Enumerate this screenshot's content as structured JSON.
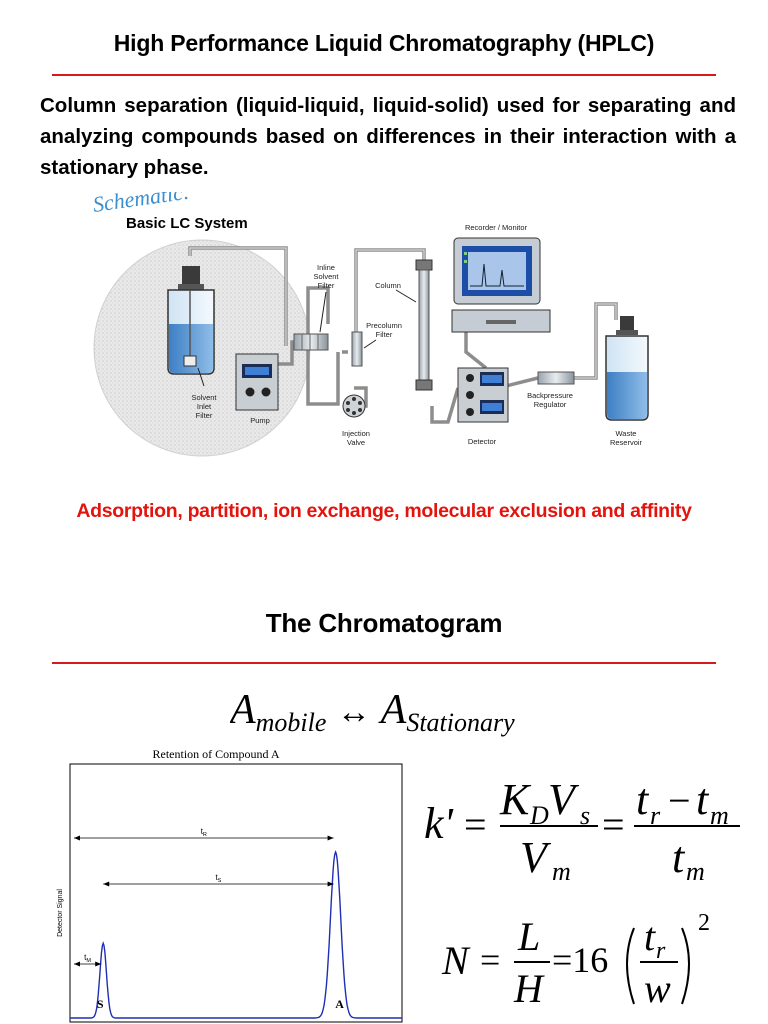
{
  "slide1": {
    "title": "High Performance Liquid Chromatography (HPLC)",
    "body": "Column separation (liquid-liquid, liquid-solid) used for separating and analyzing compounds based on differences in their interaction with a stationary phase.",
    "mechanisms": "Adsorption, partition, ion exchange, molecular exclusion and affinity"
  },
  "schematic": {
    "script_label": "Schematic:",
    "title": "Basic LC System",
    "labels": {
      "solvent_filter_1": "Solvent",
      "solvent_filter_2": "Inlet",
      "solvent_filter_3": "Filter",
      "pump": "Pump",
      "inline_1": "Inline",
      "inline_2": "Solvent",
      "inline_3": "Filter",
      "injection_1": "Injection",
      "injection_2": "Valve",
      "column": "Column",
      "precolumn_1": "Precolumn",
      "precolumn_2": "Filter",
      "recorder": "Recorder / Monitor",
      "detector": "Detector",
      "backpressure_1": "Backpressure",
      "backpressure_2": "Regulator",
      "waste_1": "Waste",
      "waste_2": "Reservoir"
    }
  },
  "slide2": {
    "title": "The Chromatogram",
    "equilibrium": {
      "a1": "A",
      "sub1": "mobile",
      "arrow": "↔",
      "a2": "A",
      "sub2": "Stationary"
    },
    "eq1": {
      "k": "k'",
      "equals": "=",
      "K": "K",
      "D": "D",
      "V": "V",
      "s": "s",
      "Vm": "V",
      "m": "m",
      "tr": "t",
      "r": "r",
      "minus": "−",
      "tm": "t",
      "tm_sub": "m"
    },
    "eq2": {
      "N": "N",
      "equals": "=",
      "L": "L",
      "H": "H",
      "sixteen": "=16",
      "t": "t",
      "r": "r",
      "w": "w",
      "exp": "2"
    }
  },
  "chart_data": {
    "type": "line",
    "title": "Retention of Compound A",
    "ylabel": "Detector Signal",
    "xlim": [
      0,
      10
    ],
    "ylim": [
      0,
      1
    ],
    "series": [
      {
        "values_description_free": true,
        "peaks": [
          {
            "label": "S",
            "x": 1.0,
            "height": 0.45,
            "width": 0.35
          },
          {
            "label": "A",
            "x": 8.0,
            "height": 1.0,
            "width": 0.55
          }
        ]
      }
    ],
    "annotations": [
      {
        "label": "t",
        "sub": "R",
        "x_from": 0,
        "x_to": 8.0
      },
      {
        "label": "t",
        "sub": "S",
        "x_from": 1.0,
        "x_to": 8.0
      },
      {
        "label": "t",
        "sub": "M",
        "x_from": 0,
        "x_to": 1.0
      }
    ],
    "peak_labels": [
      "S",
      "A"
    ]
  }
}
